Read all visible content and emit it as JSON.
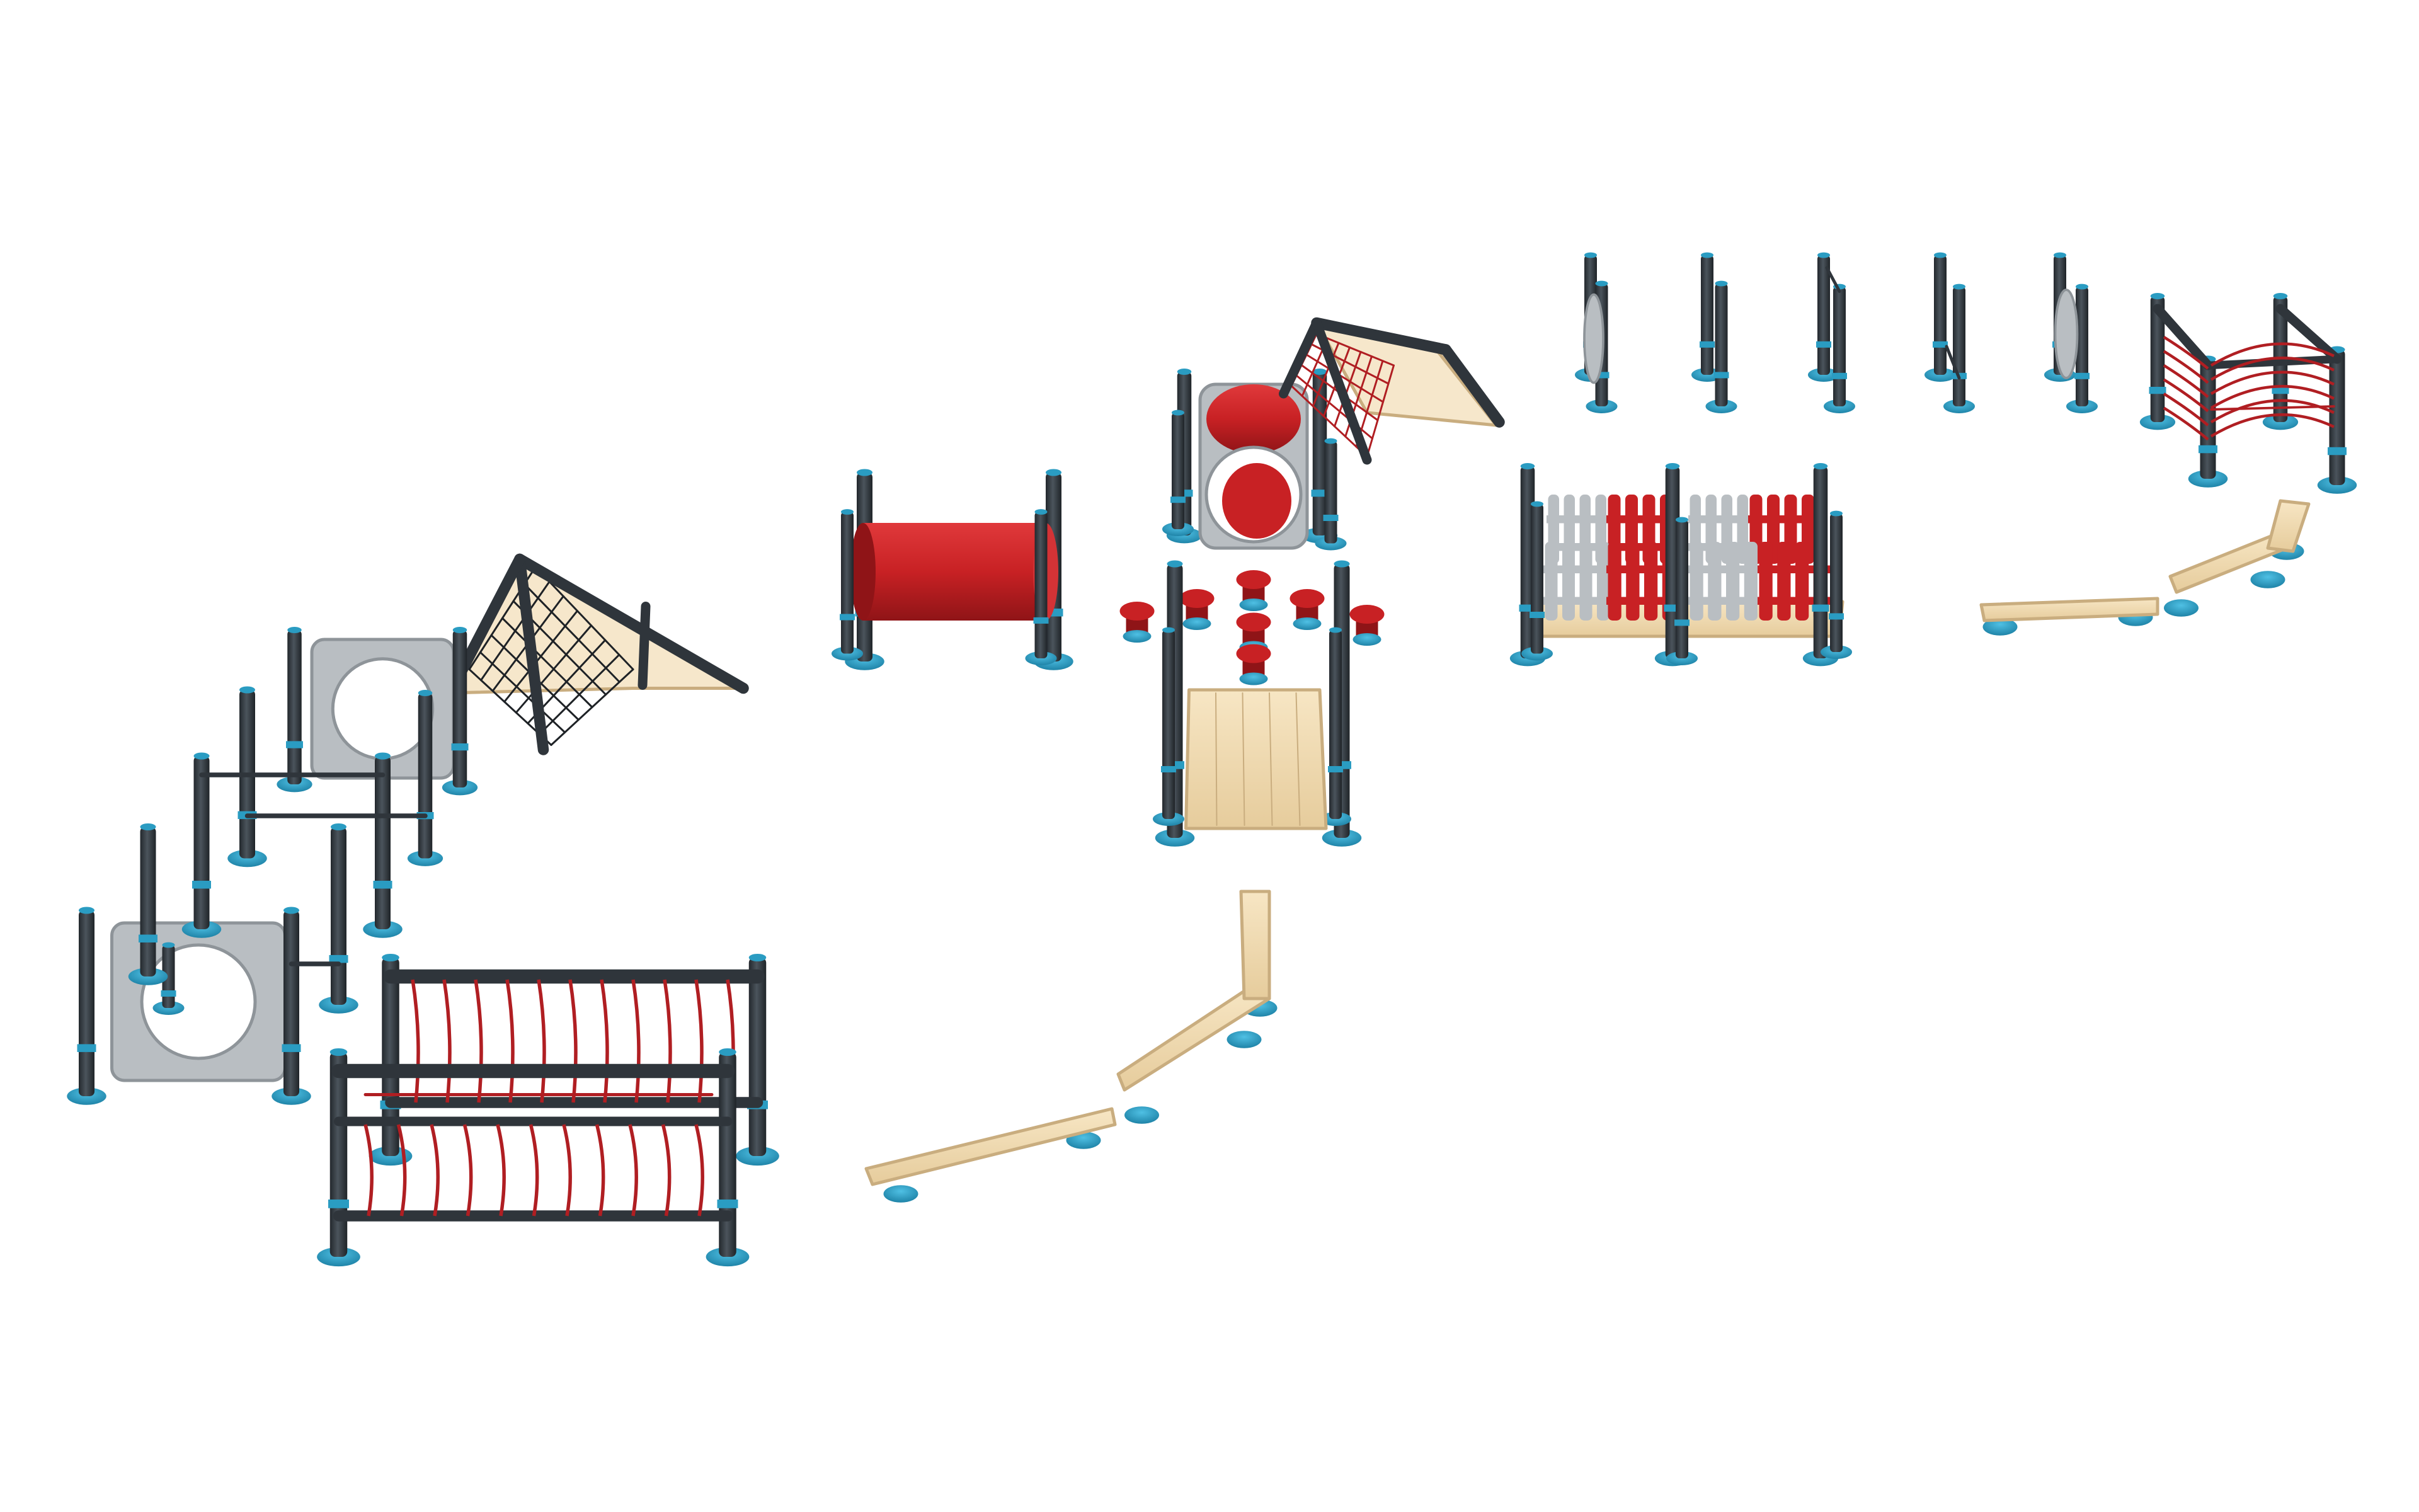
{
  "colors": {
    "background": "#ffffff",
    "post": "#2f353b",
    "post_highlight": "#4b545c",
    "foot": "#2a9cc2",
    "foot_shade": "#1b7fa3",
    "wood": "#f2dcb4",
    "wood_edge": "#c9ad7f",
    "red": "#c82124",
    "red_dark": "#8f1417",
    "panel_gray": "#b9bec2",
    "panel_edge": "#8e9499",
    "net_black": "#1e2226",
    "rope_red": "#b01e22"
  },
  "elements": [
    "climbing-a-frame-left",
    "tunnel-panels-left",
    "post-row-left",
    "rope-bridge-left",
    "balance-beams-center",
    "crawl-tube-center",
    "tower-with-tube",
    "stepping-stumps",
    "wood-deck-ramp",
    "climbing-a-frame-top",
    "fence-maze-right",
    "post-row-right",
    "cargo-net-right",
    "balance-beams-right"
  ]
}
